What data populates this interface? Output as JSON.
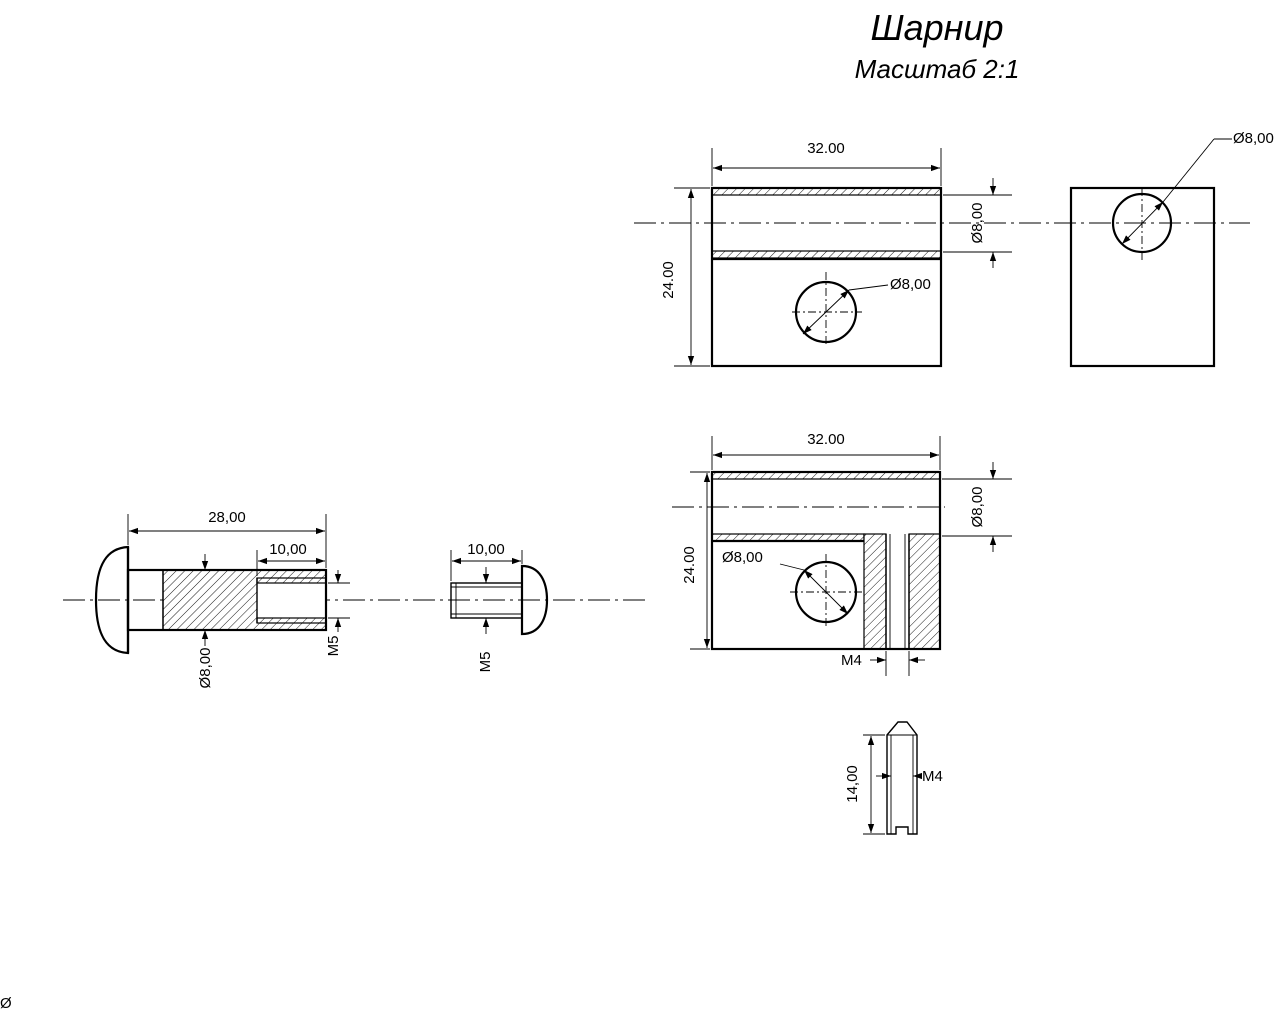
{
  "title": "Шарнир",
  "scale": "Масштаб 2:1",
  "corner_mark": "Ø",
  "block_top": {
    "width_dim": "32.00",
    "height_dim": "24.00",
    "bore_dim": "Ø8,00",
    "hole_dim": "Ø8,00"
  },
  "block_side": {
    "hole_dim": "Ø8,00"
  },
  "block_bottom": {
    "width_dim": "32.00",
    "height_dim": "24.00",
    "bore_dim": "Ø8,00",
    "hole_dim": "Ø8,00",
    "thread_dim": "M4"
  },
  "pin": {
    "length_dim": "28,00",
    "bore_depth_dim": "10,00",
    "diameter_dim": "Ø8,00",
    "thread_dim": "M5"
  },
  "screw": {
    "length_dim": "10,00",
    "thread_dim": "M5"
  },
  "set_screw": {
    "length_dim": "14,00",
    "thread_dim": "M4"
  }
}
